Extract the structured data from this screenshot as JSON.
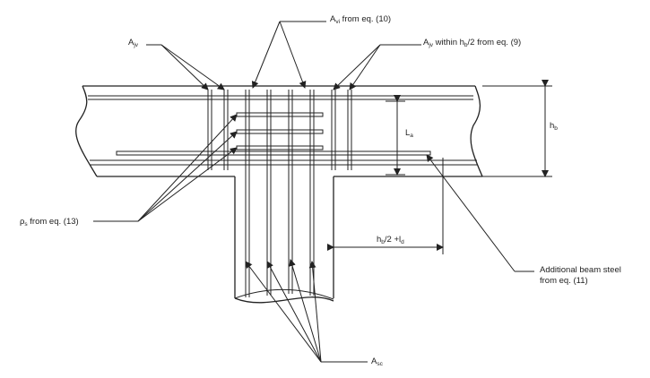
{
  "labels": {
    "ajv_main": "A",
    "ajv_sub": "jv",
    "avi_main": "A",
    "avi_sub": "vi",
    "avi_rest": " from eq. (10)",
    "ajv_within_main": "A",
    "ajv_within_sub": "jv",
    "ajv_within_mid": " within h",
    "ajv_within_sub2": "b",
    "ajv_within_rest": "/2 from eq. (9)",
    "la_main": "L",
    "la_sub": "a",
    "hb_main": "h",
    "hb_sub": "b",
    "rhos_main": "ρ",
    "rhos_sub": "s",
    "rhos_rest": " from eq. (13)",
    "hb2ld_main": "h",
    "hb2ld_sub": "b",
    "hb2ld_mid": "/2 +l",
    "hb2ld_sub2": "d",
    "add_line1": "Additional beam steel",
    "add_line2": "from eq. (11)",
    "asc_main": "A",
    "asc_sub": "sc"
  }
}
